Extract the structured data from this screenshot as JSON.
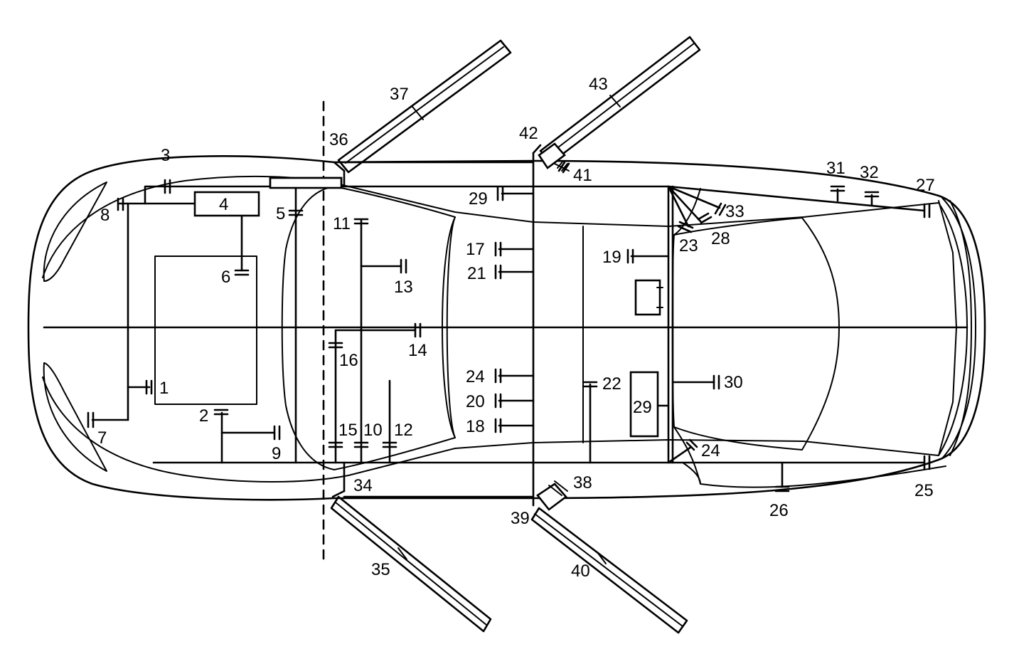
{
  "callouts": {
    "c1": "1",
    "c2": "2",
    "c3": "3",
    "c4": "4",
    "c5": "5",
    "c6": "6",
    "c7": "7",
    "c8": "8",
    "c9": "9",
    "c10": "10",
    "c11": "11",
    "c12": "12",
    "c13": "13",
    "c14": "14",
    "c15": "15",
    "c16": "16",
    "c17": "17",
    "c18": "18",
    "c19": "19",
    "c20": "20",
    "c21": "21",
    "c22": "22",
    "c23": "23",
    "c24a": "24",
    "c24b": "24",
    "c25": "25",
    "c26": "26",
    "c27": "27",
    "c28": "28",
    "c29a": "29",
    "c29b": "29",
    "c30": "30",
    "c31": "31",
    "c32": "32",
    "c33": "33",
    "c34": "34",
    "c35": "35",
    "c36": "36",
    "c37": "37",
    "c38": "38",
    "c39": "39",
    "c40": "40",
    "c41": "41",
    "c42": "42",
    "c43": "43"
  },
  "colors": {
    "line": "#000000",
    "background": "#ffffff"
  }
}
